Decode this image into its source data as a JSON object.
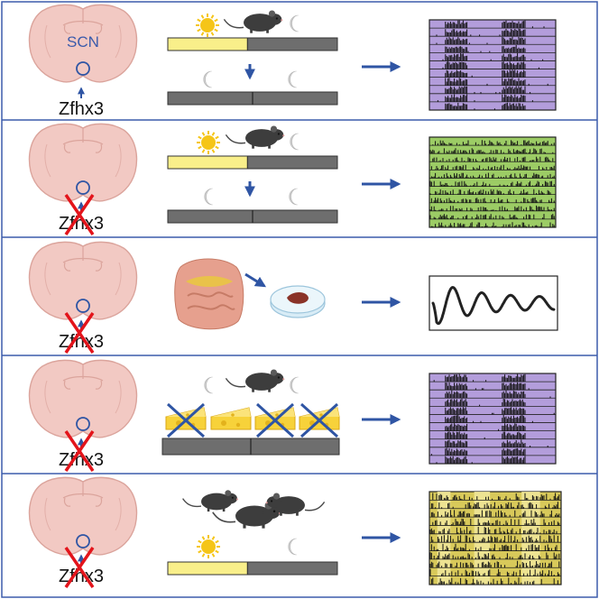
{
  "panels": [
    {
      "gene_label": "Zfhx3",
      "region_label": "SCN",
      "knockout": false
    },
    {
      "gene_label": "Zfhx3",
      "region_label": "",
      "knockout": true
    },
    {
      "gene_label": "Zfhx3",
      "region_label": "",
      "knockout": true
    },
    {
      "gene_label": "Zfhx3",
      "region_label": "",
      "knockout": true
    },
    {
      "gene_label": "Zfhx3",
      "region_label": "",
      "knockout": true
    }
  ],
  "colors": {
    "border": "#3b5bab",
    "arrow": "#2f55a4",
    "brain_fill": "#f2c9c3",
    "brain_stroke": "#dba49c",
    "light_bar": "#f9ef8a",
    "dark_bar": "#6e6e6e",
    "sun": "#f5c518",
    "moon": "#cfcfcf",
    "actogram_purple": "#b39ddb",
    "actogram_green": "#9ccc65",
    "actogram_yellow": "#d8c95a",
    "cross": "#e3141b",
    "cheese": "#f7d23a"
  },
  "icons": {
    "sun": "sun-icon",
    "moon": "moon-icon",
    "mouse": "mouse-icon",
    "brain": "brain-section-icon",
    "cheese": "cheese-icon",
    "intestine": "intestine-icon",
    "dish": "petri-dish-icon"
  }
}
